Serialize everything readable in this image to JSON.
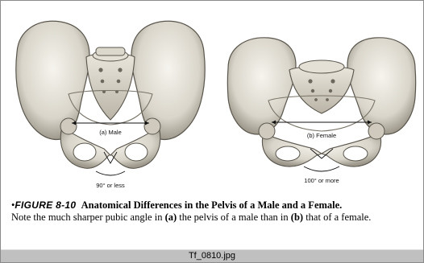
{
  "figure": {
    "male": {
      "caption": "(a) Male",
      "angle": "90° or less"
    },
    "female": {
      "caption": "(b) Female",
      "angle": "100° or more"
    }
  },
  "caption": {
    "bullet": "•",
    "figure_label": "FIGURE 8-10",
    "title": "Anatomical Differences in the Pelvis of a Male and a Female.",
    "body_1": "Note the much sharper pubic angle in ",
    "a": "(a)",
    "body_2": " the pelvis of a male than in ",
    "b": "(b)",
    "body_3": " that of a female."
  },
  "status_bar": {
    "filename": "Tf_0810.jpg"
  }
}
